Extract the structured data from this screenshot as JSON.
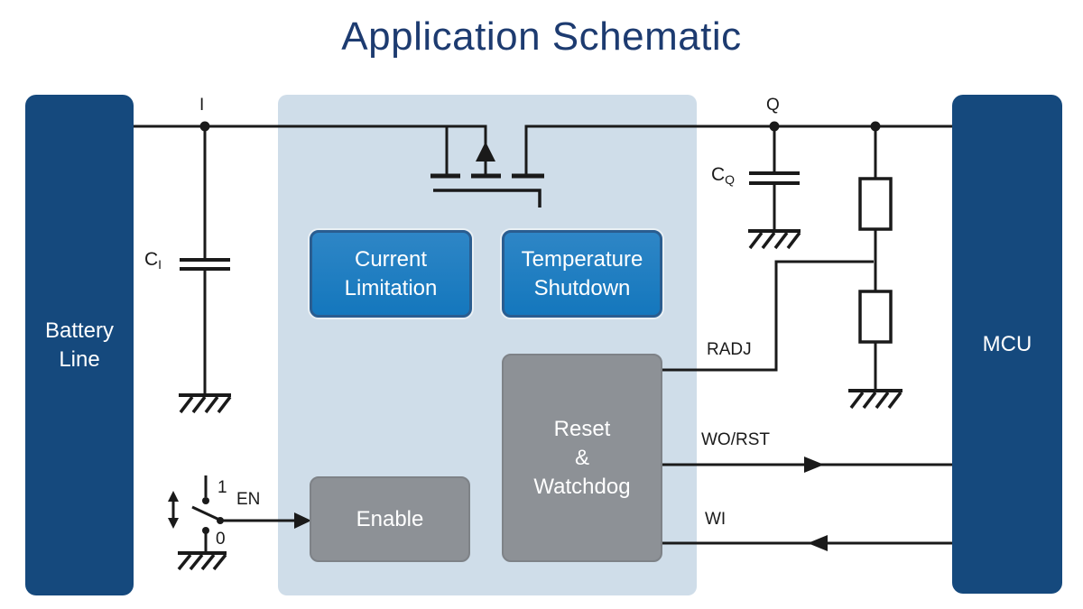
{
  "title": "Application Schematic",
  "palette": {
    "navy": "#15497D",
    "panel_blue": "#CFDDE9",
    "box_blue": "#1477BD",
    "box_blue_light": "#2E86C6",
    "box_blue_border": "#2A5D90",
    "box_gray": "#8D9196",
    "line_black": "#1A1A1A",
    "title_navy": "#1D3B70",
    "text_white": "#FFFFFF"
  },
  "blocks": {
    "battery": {
      "lines": [
        "Battery",
        "Line"
      ]
    },
    "mcu": {
      "label": "MCU"
    },
    "current_limitation": {
      "lines": [
        "Current",
        "Limitation"
      ]
    },
    "temperature_shutdown": {
      "lines": [
        "Temperature",
        "Shutdown"
      ]
    },
    "reset_watchdog": {
      "lines": [
        "Reset",
        "&",
        "Watchdog"
      ]
    },
    "enable": {
      "label": "Enable"
    }
  },
  "labels": {
    "input_node": "I",
    "output_node": "Q",
    "cap_in": {
      "main": "C",
      "sub": "I"
    },
    "cap_out": {
      "main": "C",
      "sub": "Q"
    },
    "radj": "RADJ",
    "wo_rst": "WO/RST",
    "wi": "WI",
    "en": "EN",
    "switch_on": "1",
    "switch_off": "0"
  }
}
